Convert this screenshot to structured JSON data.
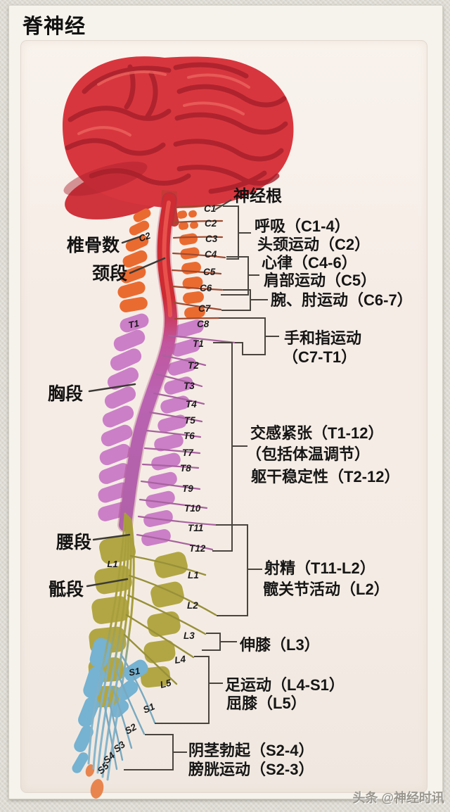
{
  "header": {
    "title": "脊神经"
  },
  "watermark": {
    "text": "头条 @神经时讯"
  },
  "colors": {
    "brain": "#d8363e",
    "cervical": "#ea6b30",
    "thoracic": "#cb7fc7",
    "lumbar": "#b2a644",
    "sacral": "#76b2d1",
    "coccyx": "#e8854e",
    "cervical_nerve": "#9e4a30",
    "thoracic_nerve": "#a8629f",
    "lumbar_nerve": "#98903a",
    "sacral_nerve": "#79a9c0",
    "bracket": "#49453e"
  },
  "diagram": {
    "pointer_label": "神经根",
    "region_labels": {
      "vertebrae_count": "椎骨数",
      "cervical": "颈段",
      "thoracic": "胸段",
      "lumbar": "腰段",
      "sacral": "骶段"
    },
    "vertebra_tags": {
      "c2": "C2",
      "t1": "T1",
      "l1": "L1",
      "s1": "S1"
    },
    "nerve_labels": {
      "cervical": [
        "C1",
        "C2",
        "C3",
        "C4",
        "C5",
        "C6",
        "C7",
        "C8"
      ],
      "thoracic": [
        "T1",
        "T2",
        "T3",
        "T4",
        "T5",
        "T6",
        "T7",
        "T8",
        "T9",
        "T10",
        "T11",
        "T12"
      ],
      "lumbar": [
        "L1",
        "L2",
        "L3",
        "L4",
        "L5"
      ],
      "sacral": [
        "S1",
        "S2",
        "S3",
        "S4",
        "S5"
      ]
    },
    "annotations": {
      "breathing": "呼吸（C1-4）",
      "head_neck": "头颈运动（C2）",
      "heart_rhythm": "心律（C4-6）",
      "shoulder": "肩部运动（C5）",
      "wrist_elbow": "腕、肘运动（C6-7）",
      "hand_finger_1": "手和指运动",
      "hand_finger_2": "（C7-T1）",
      "sympathetic_1": "交感紧张（T1-12）",
      "sympathetic_2": "（包括体温调节）",
      "sympathetic_3": "躯干稳定性（T2-12）",
      "ejaculation": "射精（T11-L2）",
      "hip_joint": "髋关节活动（L2）",
      "knee_extension": "伸膝（L3）",
      "foot_motion": "足运动（L4-S1）",
      "knee_flexion": "屈膝（L5）",
      "erection": "阴茎勃起（S2-4）",
      "bladder": "膀胱运动（S2-3）"
    }
  }
}
